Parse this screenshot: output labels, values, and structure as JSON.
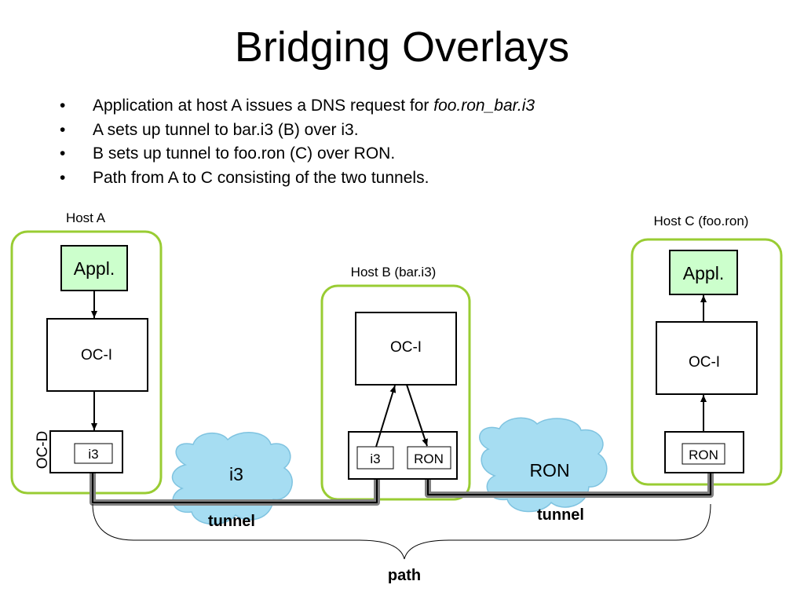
{
  "title": "Bridging Overlays",
  "bullets": [
    {
      "text": "Application at host A issues a DNS request for ",
      "emphasis": "foo.ron_bar.i3"
    },
    {
      "text": "A sets up tunnel to bar.i3 (B) over i3.",
      "emphasis": ""
    },
    {
      "text": "B sets up tunnel to foo.ron (C) over RON.",
      "emphasis": ""
    },
    {
      "text": "Path from A to C consisting of the two tunnels.",
      "emphasis": ""
    }
  ],
  "diagram": {
    "host_a": {
      "label": "Host A",
      "appl": "Appl.",
      "oc_i": "OC-I",
      "oc_d": "OC-D",
      "i3": "i3"
    },
    "host_b": {
      "label": "Host B (bar.i3)",
      "oc_i": "OC-I",
      "i3": "i3",
      "ron": "RON"
    },
    "host_c": {
      "label": "Host C (foo.ron)",
      "appl": "Appl.",
      "oc_i": "OC-I",
      "ron": "RON"
    },
    "cloud_i3": "i3",
    "cloud_ron": "RON",
    "tunnel_label_1": "tunnel",
    "tunnel_label_2": "tunnel",
    "path_label": "path",
    "colors": {
      "host_border": "#99CC33",
      "appl_fill": "#CCFFCC",
      "cloud_fill": "#A6DDF2",
      "cloud_stroke": "#7FC3E0",
      "tunnel": "#808080"
    }
  }
}
